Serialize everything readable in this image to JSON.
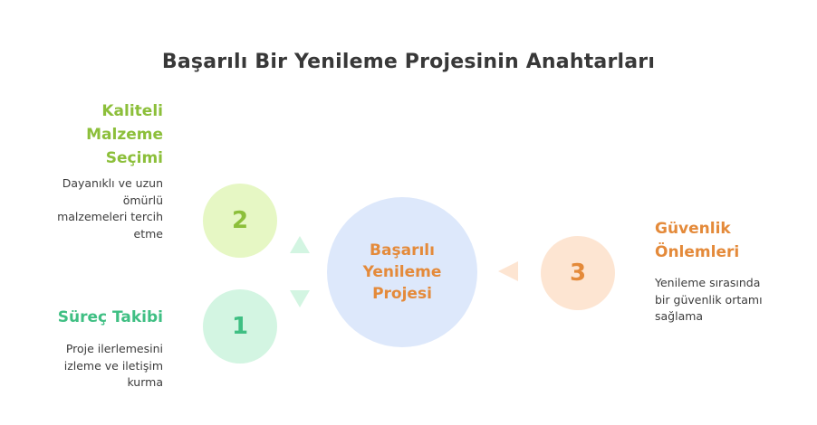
{
  "title": "Başarılı Bir Yenileme Projesinin Anahtarları",
  "center": {
    "label_lines": [
      "Başarılı",
      "Yenileme",
      "Projesi"
    ]
  },
  "items": [
    {
      "number": "2",
      "heading_lines": [
        "Kaliteli",
        "Malzeme",
        "Seçimi"
      ],
      "desc_lines": [
        "Dayanıklı ve uzun",
        "ömürlü",
        "malzemeleri tercih",
        "etme"
      ]
    },
    {
      "number": "1",
      "heading_lines": [
        "Süreç Takibi"
      ],
      "desc_lines": [
        "Proje ilerlemesini",
        "izleme ve iletişim",
        "kurma"
      ]
    },
    {
      "number": "3",
      "heading_lines": [
        "Güvenlik",
        "Önlemleri"
      ],
      "desc_lines": [
        "Yenileme sırasında",
        "bir güvenlik ortamı",
        "sağlama"
      ]
    }
  ],
  "colors": {
    "green_light": "#e6f7c4",
    "green_text": "#8cbf3a",
    "mint_light": "#d3f5e2",
    "mint_text": "#3fbf83",
    "blue_light": "#dde8fb",
    "orange_light": "#fde5d2",
    "orange_text": "#e48a3a"
  }
}
